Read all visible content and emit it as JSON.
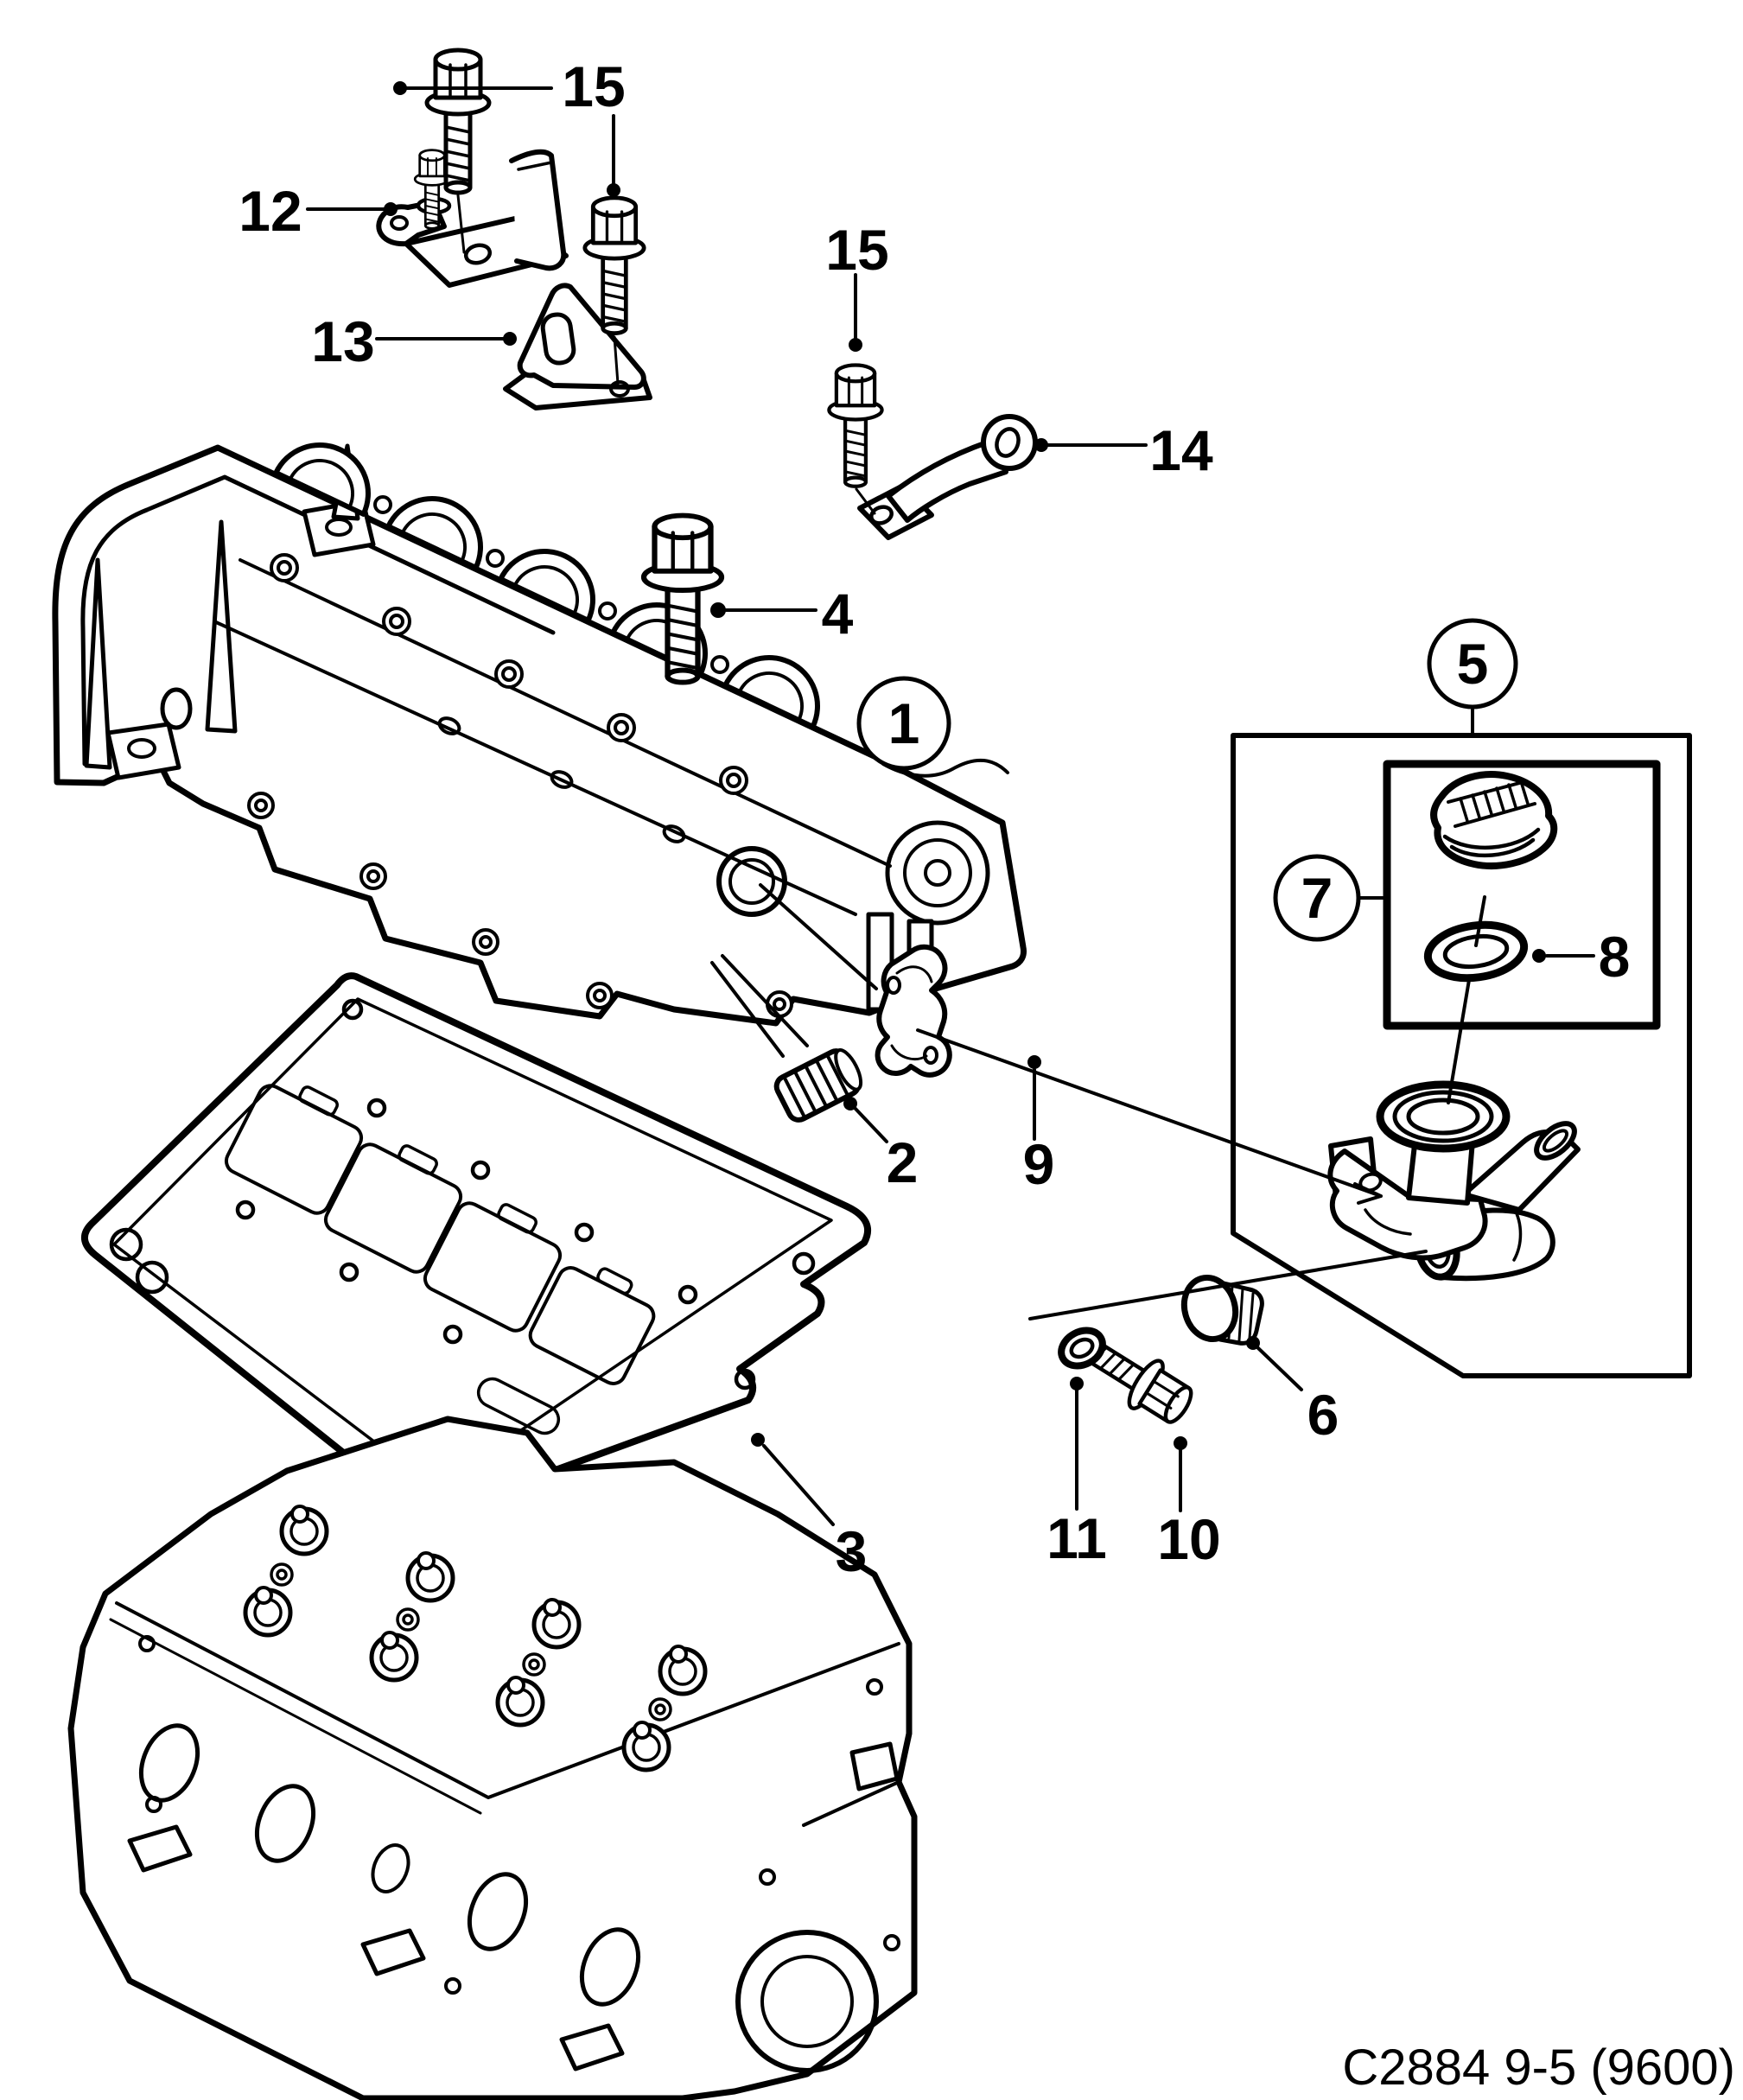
{
  "figure": {
    "caption": "C2884 9-5 (9600)",
    "ink_color": "#000000",
    "paper_color": "#ffffff"
  },
  "callouts": [
    {
      "label": "15",
      "style": "plain"
    },
    {
      "label": "12",
      "style": "plain"
    },
    {
      "label": "13",
      "style": "plain"
    },
    {
      "label": "15",
      "style": "plain"
    },
    {
      "label": "14",
      "style": "plain"
    },
    {
      "label": "4",
      "style": "plain"
    },
    {
      "label": "1",
      "style": "circled"
    },
    {
      "label": "5",
      "style": "circled"
    },
    {
      "label": "7",
      "style": "circled"
    },
    {
      "label": "8",
      "style": "plain"
    },
    {
      "label": "2",
      "style": "plain"
    },
    {
      "label": "9",
      "style": "plain"
    },
    {
      "label": "6",
      "style": "plain"
    },
    {
      "label": "11",
      "style": "plain"
    },
    {
      "label": "10",
      "style": "plain"
    },
    {
      "label": "3",
      "style": "plain"
    }
  ]
}
